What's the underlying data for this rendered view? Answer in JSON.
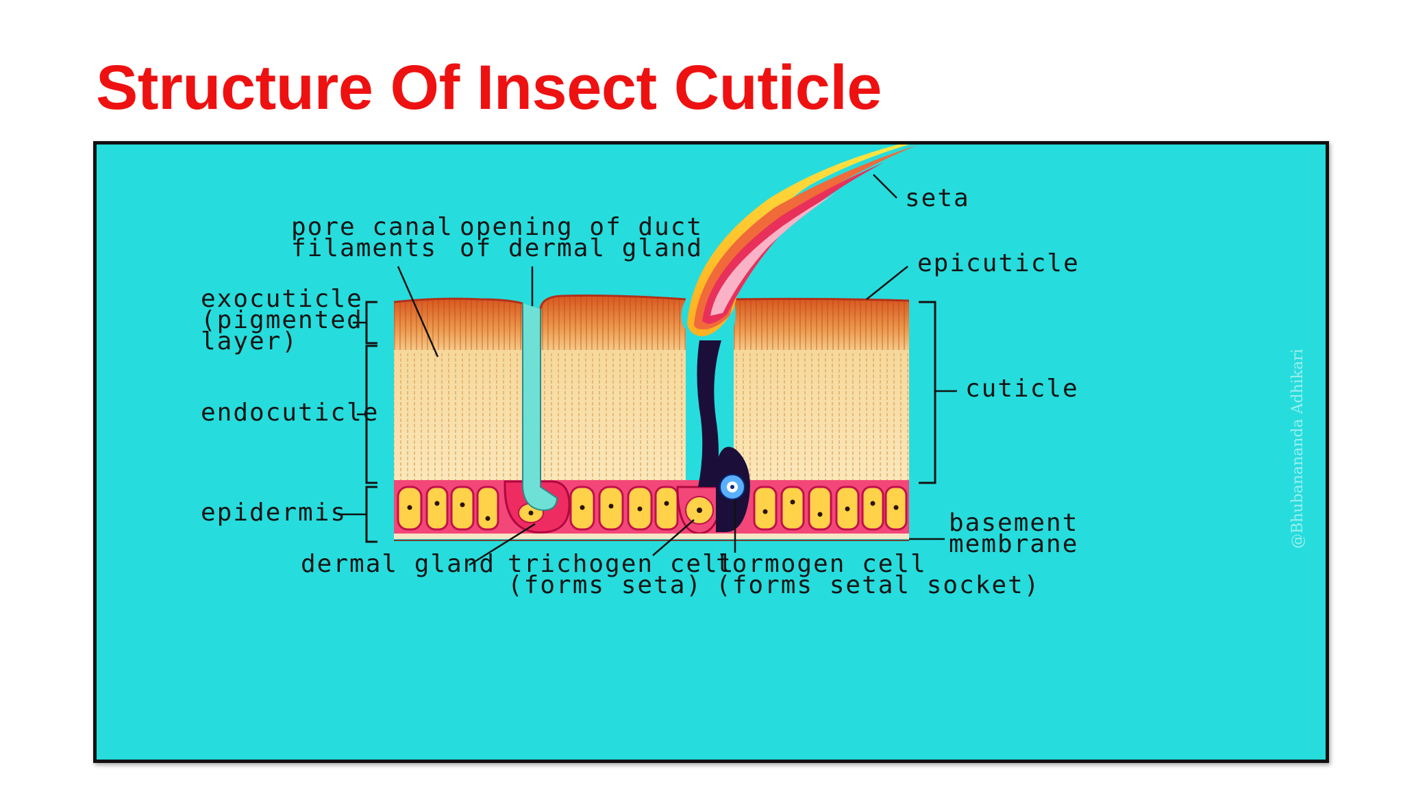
{
  "title": "Structure Of Insect Cuticle",
  "labels": {
    "seta": "seta",
    "pore_canal_1": "pore canal",
    "pore_canal_2": "filaments",
    "duct_1": "opening of duct",
    "duct_2": "of dermal gland",
    "epicuticle": "epicuticle",
    "exocuticle_1": "exocuticle",
    "exocuticle_2": "(pigmented",
    "exocuticle_3": "layer)",
    "cuticle": "cuticle",
    "endocuticle": "endocuticle",
    "epidermis": "epidermis",
    "basement_1": "basement",
    "basement_2": "membrane",
    "dermal_gland": "dermal gland",
    "trichogen_1": "trichogen cell",
    "trichogen_2": "(forms seta)",
    "tormogen_1": "tormogen cell",
    "tormogen_2": "(forms setal socket)"
  },
  "watermark": "@Bhubanananda Adhikari",
  "colors": {
    "title": "#ee1111",
    "background": "#27dcdc",
    "exocuticle": "#e0803a",
    "endocuticle": "#f7dfa0",
    "epidermis": "#ee2266",
    "seta_outer": "#ffd21e",
    "socket": "#1b0f3a"
  }
}
